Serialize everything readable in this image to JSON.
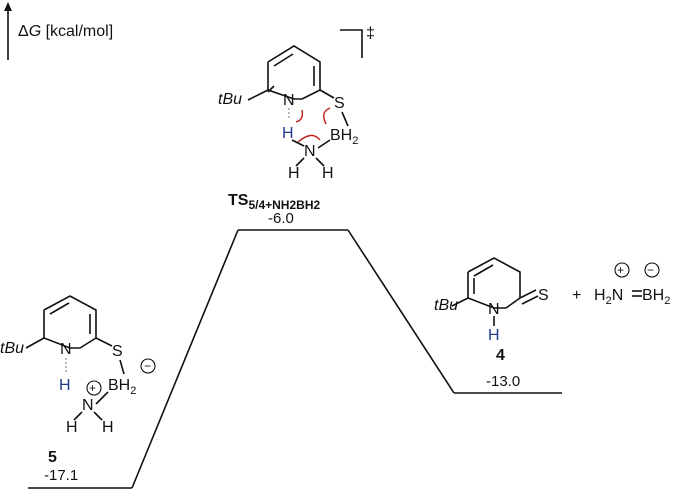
{
  "axis": {
    "label_prefix": "Δ",
    "label_var": "G",
    "label_unit": " [kcal/mol]"
  },
  "states": {
    "int5": {
      "label": "5",
      "energy": "-17.1"
    },
    "ts": {
      "label_main": "TS",
      "label_sub": "5/4+NH2BH2",
      "energy": "-6.0",
      "dagger": "‡"
    },
    "prod4": {
      "label": "4",
      "energy": "-13.0"
    }
  },
  "atoms": {
    "tBu": "tBu",
    "N": "N",
    "S": "S",
    "H": "H",
    "B": "B",
    "BH2": "BH",
    "sub2": "2",
    "H2N": "H",
    "plus": "+",
    "minus": "−"
  },
  "colors": {
    "h_highlight": "#1f3a8a",
    "arrow": "#c01a1a"
  }
}
